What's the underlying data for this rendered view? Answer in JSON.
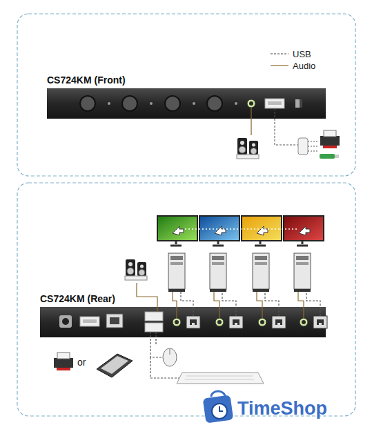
{
  "diagram": {
    "nodes": [
      {
        "text": [
          "CS724KM (Front)"
        ]
      },
      {
        "text": [
          "CS724KM (Rear)"
        ]
      }
    ],
    "labels": [
      "or",
      "TimeShop"
    ],
    "legend": [
      {
        "text": "USB"
      },
      {
        "text": "Audio"
      }
    ]
  }
}
